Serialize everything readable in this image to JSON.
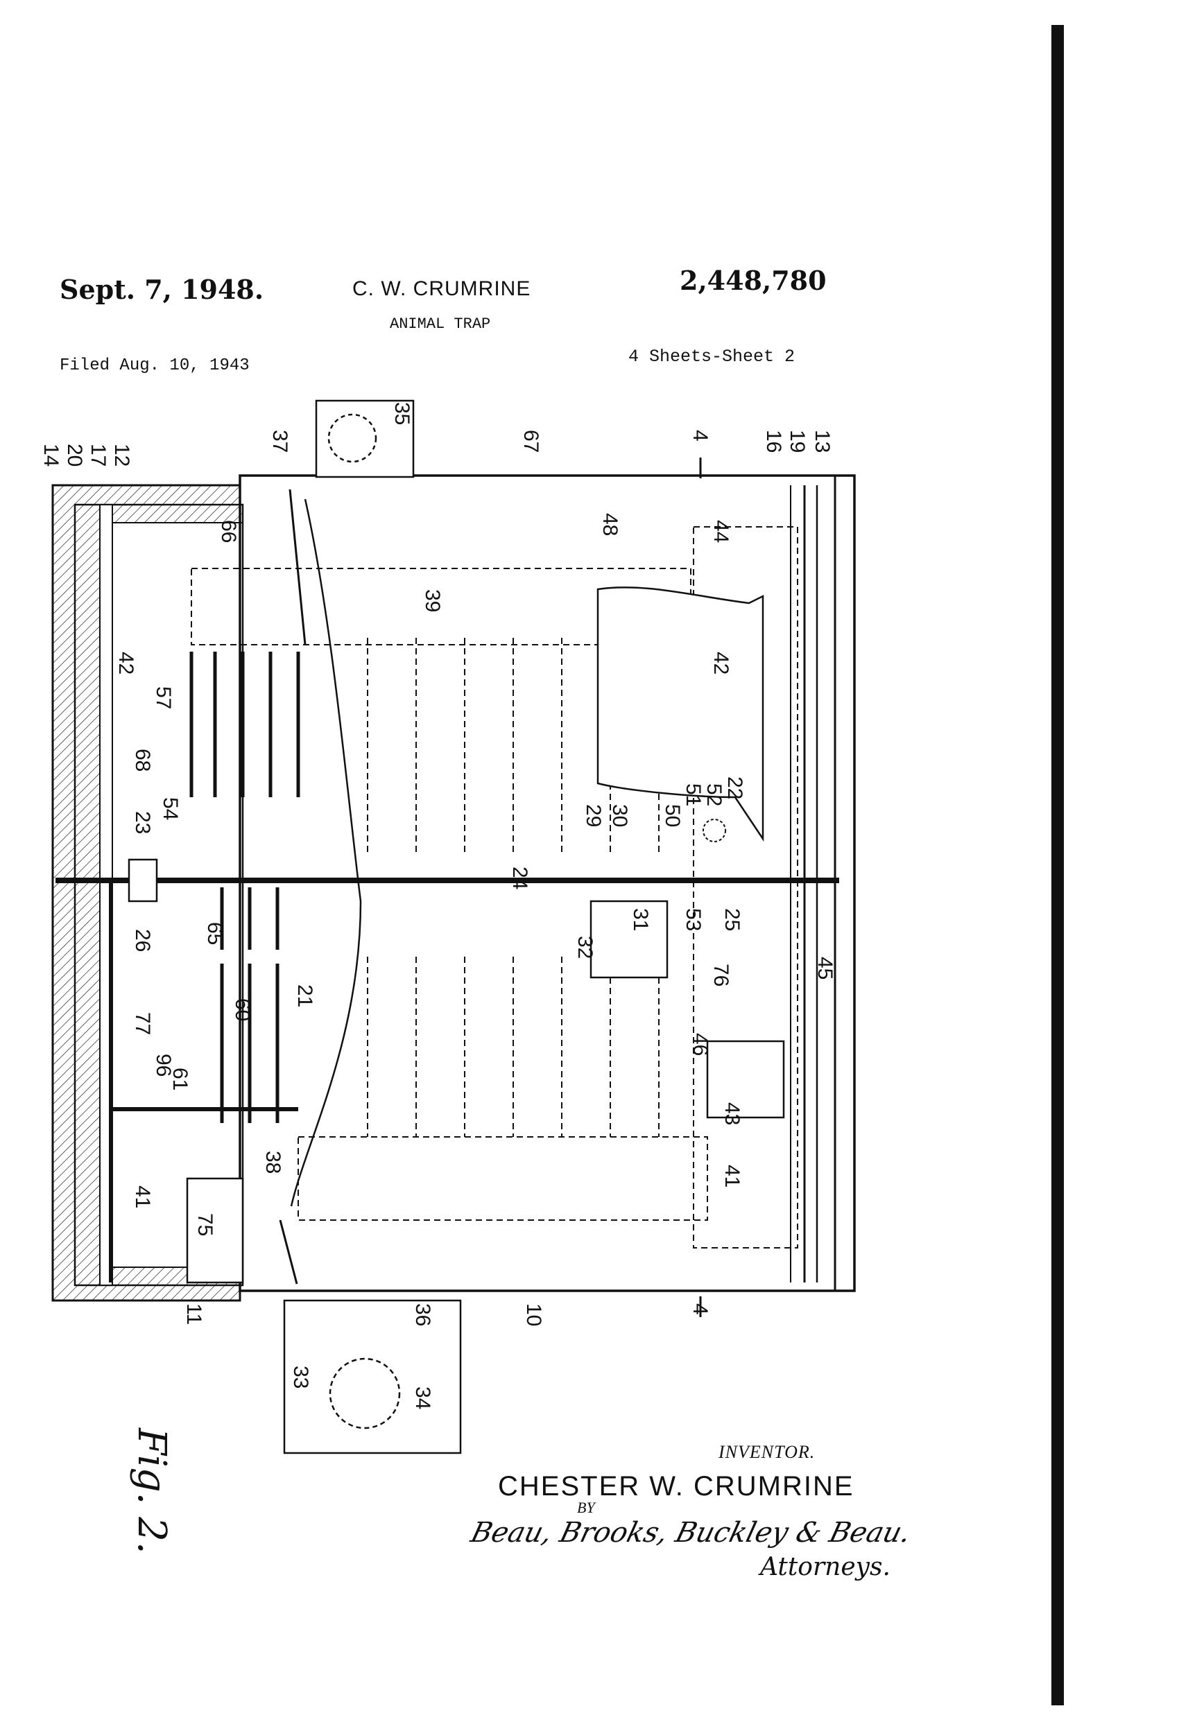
{
  "header": {
    "date": "Sept. 7, 1948.",
    "inventor_short": "C. W. CRUMRINE",
    "patent_number": "2,448,780",
    "title": "ANIMAL TRAP",
    "filed": "Filed Aug. 10, 1943",
    "sheets": "4 Sheets-Sheet 2"
  },
  "figure": {
    "label": "Fig. 2.",
    "section_mark": "4",
    "references": [
      "14",
      "20",
      "17",
      "12",
      "37",
      "35",
      "67",
      "16",
      "19",
      "13",
      "66",
      "39",
      "48",
      "44",
      "42",
      "42",
      "57",
      "68",
      "23",
      "54",
      "29",
      "30",
      "50",
      "51",
      "52",
      "22",
      "24",
      "26",
      "65",
      "31",
      "32",
      "53",
      "25",
      "76",
      "45",
      "77",
      "21",
      "60",
      "46",
      "96",
      "61",
      "43",
      "38",
      "41",
      "41",
      "75",
      "11",
      "36",
      "10",
      "33",
      "34"
    ]
  },
  "footer": {
    "inventor_label": "INVENTOR.",
    "inventor_name": "CHESTER W. CRUMRINE",
    "by": "BY",
    "attorneys_signature": "Beau, Brooks, Buckley & Beau.",
    "attorneys_label": "Attorneys."
  }
}
